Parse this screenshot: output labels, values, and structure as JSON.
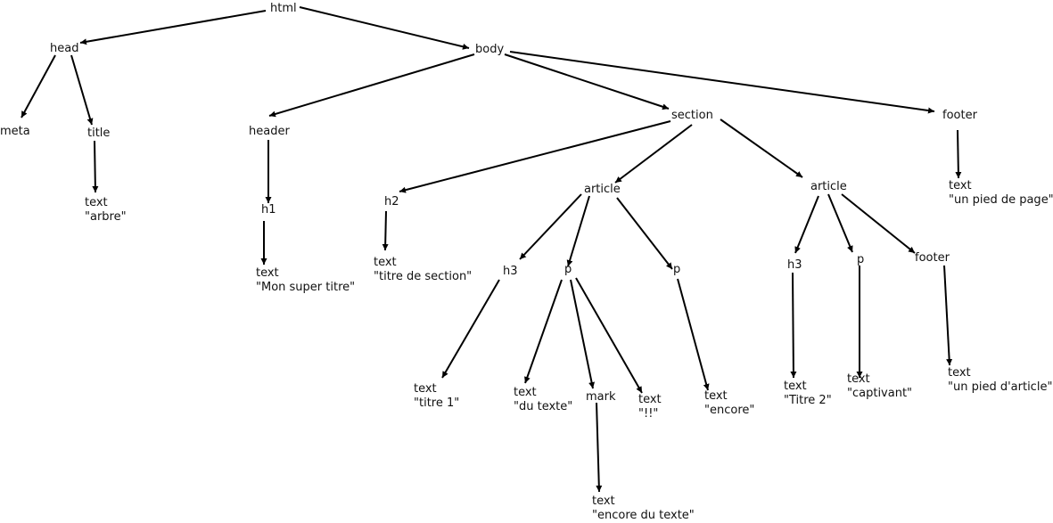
{
  "nodes": {
    "html": "html",
    "head": "head",
    "body": "body",
    "meta": "meta",
    "title": "title",
    "title_text": [
      "text",
      "\"arbre\""
    ],
    "header": "header",
    "h1": "h1",
    "h1_text": [
      "text",
      "\"Mon super titre\""
    ],
    "section": "section",
    "footer_body": "footer",
    "footer_body_text": [
      "text",
      "\"un pied de page\""
    ],
    "h2": "h2",
    "h2_text": [
      "text",
      "\"titre de section\""
    ],
    "article1": "article",
    "article2": "article",
    "a1_h3": "h3",
    "a1_h3_text": [
      "text",
      "\"titre 1\""
    ],
    "a1_p1": "p",
    "a1_p1_text": [
      "text",
      "\"du texte\""
    ],
    "mark": "mark",
    "mark_text": [
      "text",
      "\"encore du texte\""
    ],
    "a1_p1_text2": [
      "text",
      "\"!!\""
    ],
    "a1_p2": "p",
    "a1_p2_text": [
      "text",
      "\"encore\""
    ],
    "a2_h3": "h3",
    "a2_h3_text": [
      "text",
      "\"Titre 2\""
    ],
    "a2_p": "p",
    "a2_p_text": [
      "text",
      "\"captivant\""
    ],
    "a2_footer": "footer",
    "a2_footer_text": [
      "text",
      "\"un pied d'article\""
    ]
  }
}
